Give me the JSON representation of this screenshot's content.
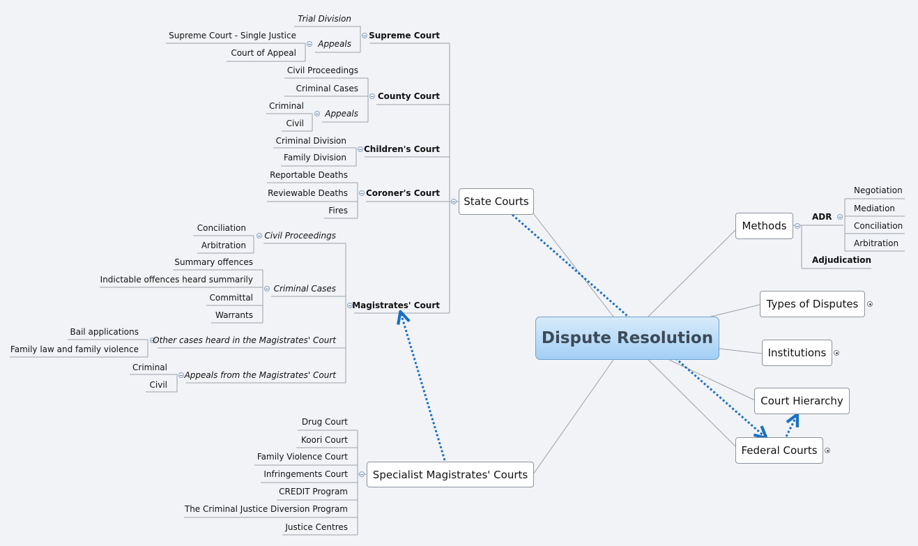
{
  "central": "Dispute Resolution",
  "state_courts": {
    "title": "State Courts",
    "supreme": {
      "title": "Supreme Court",
      "trial": "Trial Division",
      "appeals": "Appeals",
      "appeals_items": [
        "Supreme Court - Single Justice",
        "Court of Appeal"
      ]
    },
    "county": {
      "title": "County Court",
      "items": [
        "Civil Proceedings",
        "Criminal Cases"
      ],
      "appeals": "Appeals",
      "appeals_items": [
        "Criminal",
        "Civil"
      ]
    },
    "children": {
      "title": "Children's Court",
      "items": [
        "Criminal Division",
        "Family Division"
      ]
    },
    "coroner": {
      "title": "Coroner's Court",
      "items": [
        "Reportable Deaths",
        "Reviewable Deaths",
        "Fires"
      ]
    },
    "magistrates": {
      "title": "Magistrates' Court",
      "civil": {
        "title": "Civil Proceedings",
        "items": [
          "Conciliation",
          "Arbitration"
        ]
      },
      "criminal": {
        "title": "Criminal Cases",
        "items": [
          "Summary offences",
          "Indictable offences heard summarily",
          "Committal",
          "Warrants"
        ]
      },
      "other": {
        "title": "Other cases heard in the Magistrates' Court",
        "items": [
          "Bail applications",
          "Family law and family violence"
        ]
      },
      "appeals": {
        "title": "Appeals from the Magistrates' Court",
        "items": [
          "Criminal",
          "Civil"
        ]
      }
    }
  },
  "specialist": {
    "title": "Specialist Magistrates' Courts",
    "items": [
      "Drug Court",
      "Koori Court",
      "Family Violence Court",
      "Infringements Court",
      "CREDIT Program",
      "The Criminal Justice Diversion Program",
      "Justice Centres"
    ]
  },
  "methods": {
    "title": "Methods",
    "adr": "ADR",
    "adr_items": [
      "Negotiation",
      "Mediation",
      "Conciliation",
      "Arbitration"
    ],
    "adjudication": "Adjudication"
  },
  "types_of_disputes": "Types of Disputes",
  "institutions": "Institutions",
  "court_hierarchy": "Court Hierarchy",
  "federal_courts": "Federal Courts",
  "colors": {
    "relationship": "#1a6fc4",
    "connector": "#9aa0a6",
    "central_fill": "#a3cff5"
  }
}
